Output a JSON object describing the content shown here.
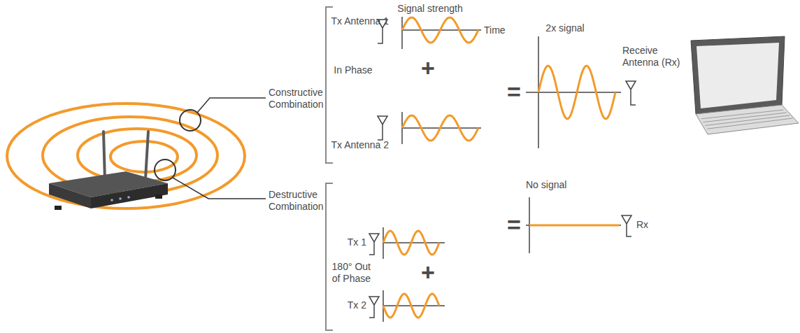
{
  "diagram": {
    "labels": [
      "Signal strength",
      "Tx Antenna 1",
      "Time",
      "2x signal",
      "Receive Antenna (Rx)",
      "Constructive Combination",
      "In Phase",
      "+",
      "=",
      "Tx Antenna 2",
      "Destructive Combination",
      "No signal",
      "Tx 1",
      "180° Out of Phase",
      "+",
      "=",
      "Rx",
      "Tx 2"
    ]
  }
}
